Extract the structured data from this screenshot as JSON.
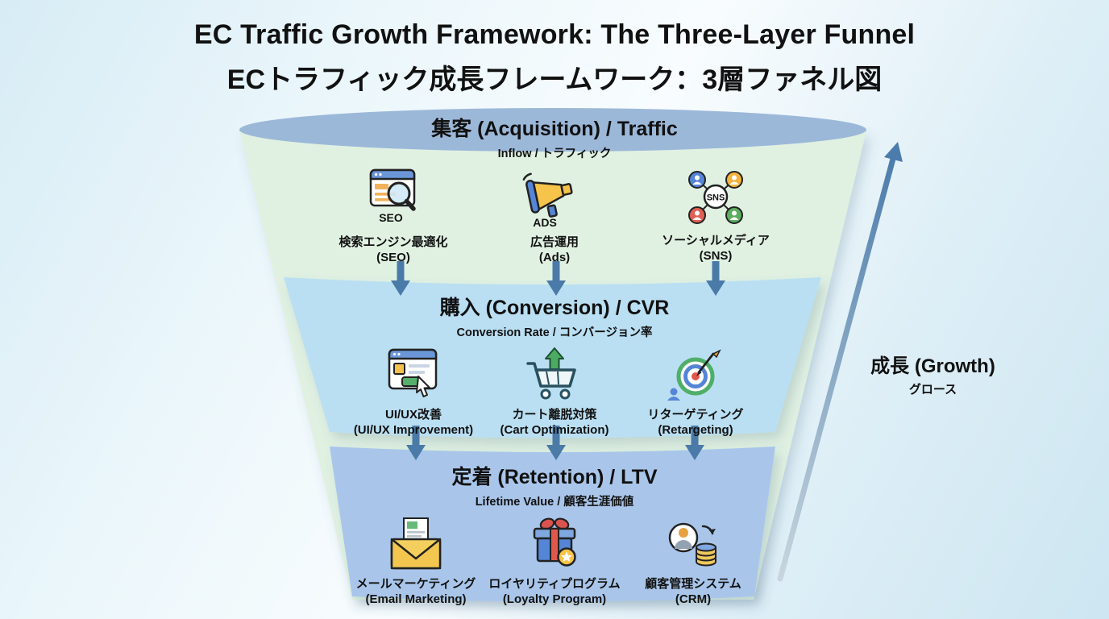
{
  "title": {
    "line1": "EC Traffic Growth Framework: The Three-Layer Funnel",
    "line2": "ECトラフィック成長フレームワーク：3層ファネル図"
  },
  "growth": {
    "label": "成長 (Growth)",
    "sublabel": "グロース"
  },
  "layers": [
    {
      "heading": "集客 (Acquisition) / Traffic",
      "subheading": "Inflow / トラフィック",
      "items": [
        {
          "icon": "seo-browser-magnifier-icon",
          "icon_text": "SEO",
          "label_jp": "検索エンジン最適化",
          "label_en": "(SEO)"
        },
        {
          "icon": "ads-megaphone-icon",
          "icon_text": "ADS",
          "label_jp": "広告運用",
          "label_en": "(Ads)"
        },
        {
          "icon": "sns-network-icon",
          "icon_text": "SNS",
          "label_jp": "ソーシャルメディア",
          "label_en": "(SNS)"
        }
      ]
    },
    {
      "heading": "購入 (Conversion) / CVR",
      "subheading": "Conversion Rate / コンバージョン率",
      "items": [
        {
          "icon": "uiux-browser-cursor-icon",
          "label_jp": "UI/UX改善",
          "label_en": "(UI/UX Improvement)"
        },
        {
          "icon": "cart-recovery-icon",
          "label_jp": "カート離脱対策",
          "label_en": "(Cart Optimization)"
        },
        {
          "icon": "retargeting-target-icon",
          "label_jp": "リターゲティング",
          "label_en": "(Retargeting)"
        }
      ]
    },
    {
      "heading": "定着 (Retention) / LTV",
      "subheading": "Lifetime Value / 顧客生涯価値",
      "items": [
        {
          "icon": "email-envelope-icon",
          "label_jp": "メールマーケティング",
          "label_en": "(Email Marketing)"
        },
        {
          "icon": "loyalty-gift-icon",
          "label_jp": "ロイヤリティプログラム",
          "label_en": "(Loyalty Program)"
        },
        {
          "icon": "crm-database-icon",
          "label_jp": "顧客管理システム",
          "label_en": "(CRM)"
        }
      ]
    }
  ],
  "colors": {
    "funnel_top_ellipse": "#9cb8d9",
    "layer1_fill": "#e0f1e2",
    "layer2_fill": "#badff2",
    "layer3_fill": "#a9c6ea",
    "down_arrow": "#4a7aa8",
    "growth_arrow": "#4b7cab",
    "text": "#111111"
  }
}
